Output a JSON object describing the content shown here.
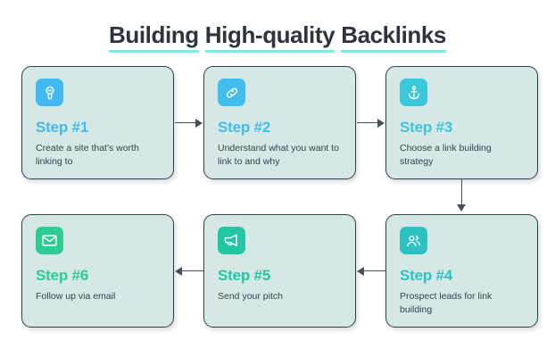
{
  "page": {
    "background_color": "#ffffff",
    "title_words": [
      "Building",
      "High-quality",
      "Backlinks"
    ],
    "title_full": "Building High-quality Backlinks",
    "title_color": "#2c3440",
    "title_underline_color": "#7ceedb",
    "card_background_color": "#d5e8e6",
    "card_border_color": "#343e4b",
    "connector_color": "#474f5c",
    "body_text_color": "#37404c"
  },
  "steps": [
    {
      "id": "step-1",
      "label": "Step #1",
      "description": "Create a site that's worth linking to",
      "icon": "lightbulb-icon",
      "accent_color": "#43b9f2"
    },
    {
      "id": "step-2",
      "label": "Step #2",
      "description": "Understand what you want to link to and why",
      "icon": "link-chain-icon",
      "accent_color": "#41bdee"
    },
    {
      "id": "step-3",
      "label": "Step #3",
      "description": "Choose a link building strategy",
      "icon": "anchor-icon",
      "accent_color": "#3bc6da"
    },
    {
      "id": "step-4",
      "label": "Step #4",
      "description": "Prospect leads for link building",
      "icon": "users-group-icon",
      "accent_color": "#2dc2c2"
    },
    {
      "id": "step-5",
      "label": "Step #5",
      "description": "Send your pitch",
      "icon": "megaphone-icon",
      "accent_color": "#22c6a2"
    },
    {
      "id": "step-6",
      "label": "Step #6",
      "description": "Follow up via email",
      "icon": "envelope-icon",
      "accent_color": "#2ecc94"
    }
  ],
  "connectors": [
    {
      "id": "connector-1-to-2",
      "direction": "right"
    },
    {
      "id": "connector-2-to-3",
      "direction": "right"
    },
    {
      "id": "connector-3-to-4",
      "direction": "down"
    },
    {
      "id": "connector-4-to-5",
      "direction": "left"
    },
    {
      "id": "connector-5-to-6",
      "direction": "left"
    }
  ]
}
